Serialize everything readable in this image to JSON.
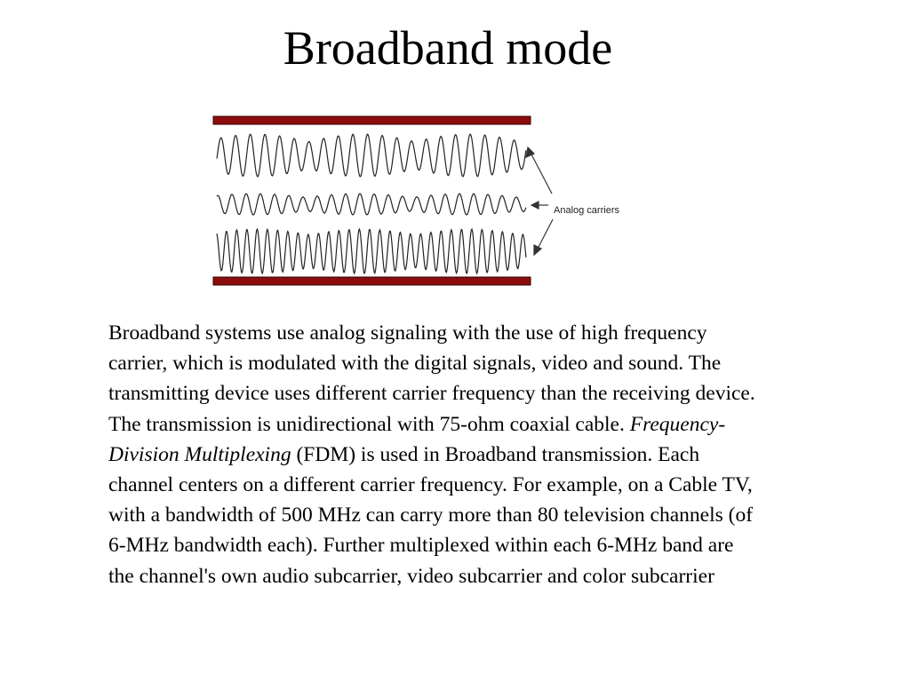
{
  "slide": {
    "title": "Broadband mode"
  },
  "figure": {
    "callout_label": "Analog carriers",
    "border_color": "#8b0d0d"
  },
  "body": {
    "part1": "Broadband systems use analog signaling with the use of high frequency carrier, which is modulated with the digital signals, video and sound. The transmitting device uses different carrier frequency than the receiving device. The transmission is unidirectional with 75-ohm coaxial cable. ",
    "emphasis": "Frequency-Division Multiplexing",
    "part2": " (FDM) is used in Broadband transmission. Each channel centers on a different carrier frequency. For example, on a Cable TV, with a bandwidth of 500 MHz can carry more than 80 television channels (of 6-MHz bandwidth each). Further multiplexed within each 6-MHz band are the channel's own audio subcarrier, video subcarrier and color subcarrier"
  }
}
